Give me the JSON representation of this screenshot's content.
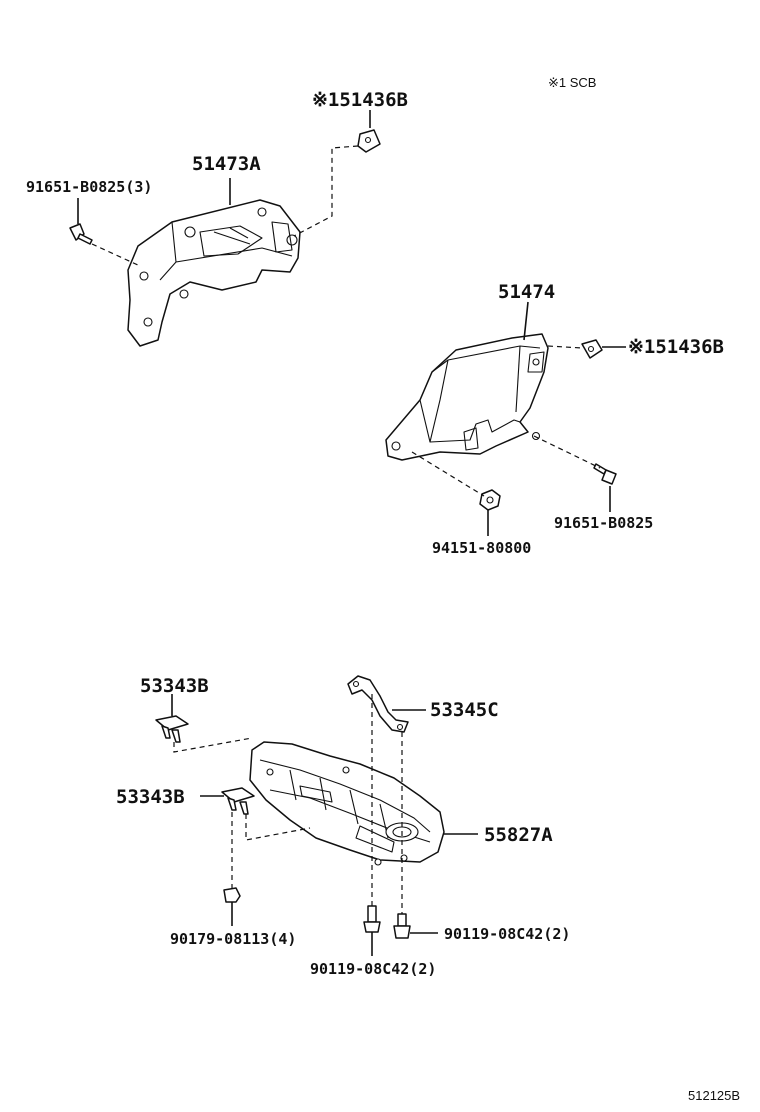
{
  "diagram": {
    "note": "※1 SCB",
    "figure_code": "512125B",
    "labels": {
      "p51436b_top": "※151436B",
      "p51473a": "51473A",
      "p91651_b0825_3": "91651-B0825(3)",
      "p51474": "51474",
      "p51436b_right": "※151436B",
      "p91651_b0825": "91651-B0825",
      "p94151_80800": "94151-80800",
      "p53343b_top": "53343B",
      "p53345c": "53345C",
      "p53343b_mid": "53343B",
      "p55827a": "55827A",
      "p90179_08113_4": "90179-08113(4)",
      "p90119_08c42_2_right": "90119-08C42(2)",
      "p90119_08c42_2_bottom": "90119-08C42(2)"
    }
  }
}
